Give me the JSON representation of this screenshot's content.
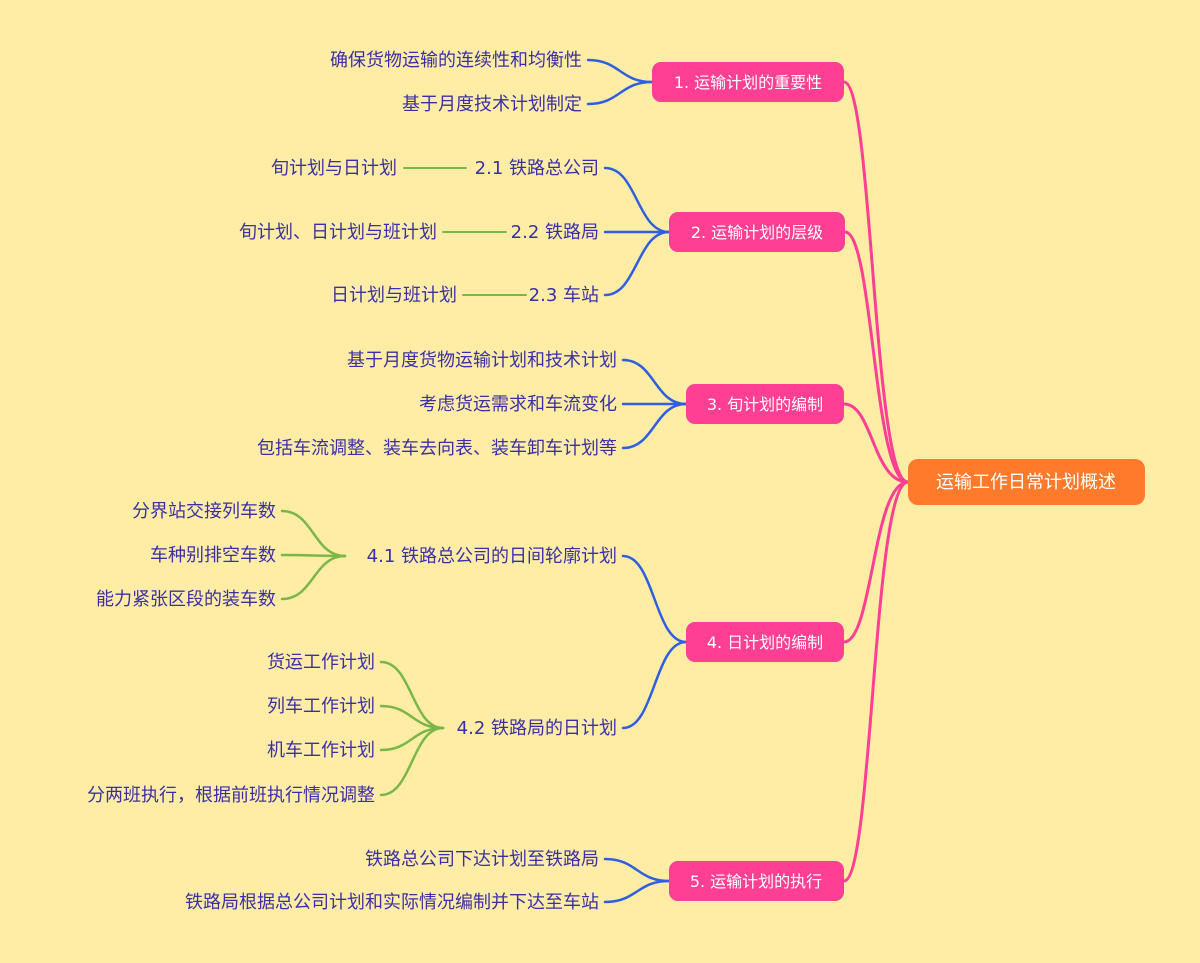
{
  "root": {
    "label": "运输工作日常计划概述"
  },
  "colors": {
    "root": "#FF7A2B",
    "branch": "#FF3F93",
    "level2": "#2F5FE0",
    "level3": "#7AB648",
    "text": "#3A2FA8",
    "background": "#FFEDA6"
  },
  "branches": [
    {
      "label": "1. 运输计划的重要性",
      "children": [
        {
          "label": "确保货物运输的连续性和均衡性"
        },
        {
          "label": "基于月度技术计划制定"
        }
      ]
    },
    {
      "label": "2. 运输计划的层级",
      "children": [
        {
          "label": "2.1 铁路总公司",
          "children": [
            {
              "label": "旬计划与日计划"
            }
          ]
        },
        {
          "label": "2.2 铁路局",
          "children": [
            {
              "label": "旬计划、日计划与班计划"
            }
          ]
        },
        {
          "label": "2.3 车站",
          "children": [
            {
              "label": "日计划与班计划"
            }
          ]
        }
      ]
    },
    {
      "label": "3. 旬计划的编制",
      "children": [
        {
          "label": "基于月度货物运输计划和技术计划"
        },
        {
          "label": "考虑货运需求和车流变化"
        },
        {
          "label": "包括车流调整、装车去向表、装车卸车计划等"
        }
      ]
    },
    {
      "label": "4. 日计划的编制",
      "children": [
        {
          "label": "4.1 铁路总公司的日间轮廓计划",
          "children": [
            {
              "label": "分界站交接列车数"
            },
            {
              "label": "车种别排空车数"
            },
            {
              "label": "能力紧张区段的装车数"
            }
          ]
        },
        {
          "label": "4.2 铁路局的日计划",
          "children": [
            {
              "label": "货运工作计划"
            },
            {
              "label": "列车工作计划"
            },
            {
              "label": "机车工作计划"
            },
            {
              "label": "分两班执行，根据前班执行情况调整"
            }
          ]
        }
      ]
    },
    {
      "label": "5. 运输计划的执行",
      "children": [
        {
          "label": "铁路总公司下达计划至铁路局"
        },
        {
          "label": "铁路局根据总公司计划和实际情况编制并下达至车站"
        }
      ]
    }
  ]
}
